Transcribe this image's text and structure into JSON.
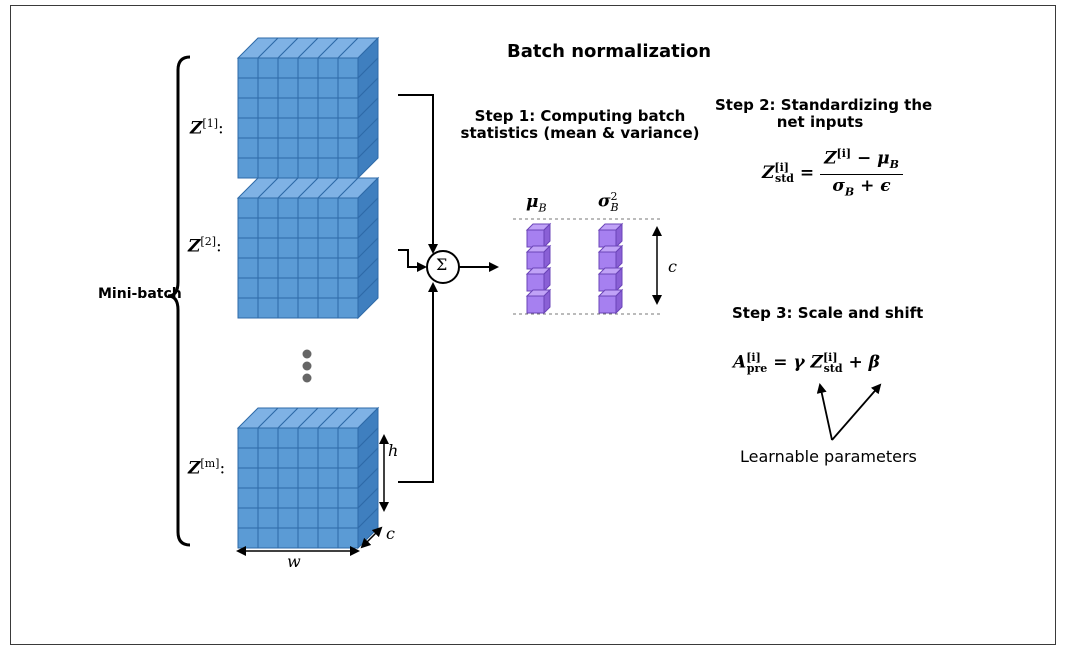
{
  "title": "Batch normalization",
  "mini_batch_label": "Mini-batch",
  "tensor_labels": {
    "first": "Z",
    "first_sup": "[1]",
    "second": "Z",
    "second_sup": "[2]",
    "last": "Z",
    "last_sup": "[m]",
    "colon": ":"
  },
  "dimensions": {
    "height": "h",
    "width": "w",
    "channels": "c",
    "stat_channels": "c"
  },
  "sum_symbol": "Σ",
  "step1": {
    "line1": "Step 1: Computing batch",
    "line2": "statistics (mean & variance)"
  },
  "stats": {
    "mean_symbol": "μ",
    "mean_sub": "B",
    "var_symbol": "σ",
    "var_sup": "2",
    "var_sub": "B"
  },
  "step2": {
    "line1": "Step 2: Standardizing the",
    "line2": "net inputs"
  },
  "equation_std": {
    "lhs": "Z",
    "lhs_sup": "[i]",
    "lhs_sub": "std",
    "equals": "=",
    "numerator": "Z",
    "numerator_sup": "[i]",
    "numerator_rest": " − μ",
    "numerator_sub": "B",
    "denominator": "σ",
    "denominator_sub": "B",
    "denominator_rest": " + ϵ"
  },
  "step3": {
    "label": "Step 3: Scale and shift"
  },
  "equation_scale": {
    "lhs": "A",
    "lhs_sup": "[i]",
    "lhs_sub": "pre",
    "equals": " = ",
    "gamma": "γ ",
    "z": "Z",
    "z_sup": "[i]",
    "z_sub": "std",
    "plus_beta": " + β"
  },
  "learnable_label": "Learnable parameters",
  "colors": {
    "cube_fill": "#5b9bd5",
    "cube_top": "#7fb2e5",
    "cube_side": "#3f7fbf",
    "cube_edge": "#2e6aa8",
    "stat_fill": "#a680f0",
    "stat_top": "#c0a2f7",
    "stat_side": "#8a60d6",
    "stat_edge": "#6b45b8",
    "ink": "#000000"
  }
}
